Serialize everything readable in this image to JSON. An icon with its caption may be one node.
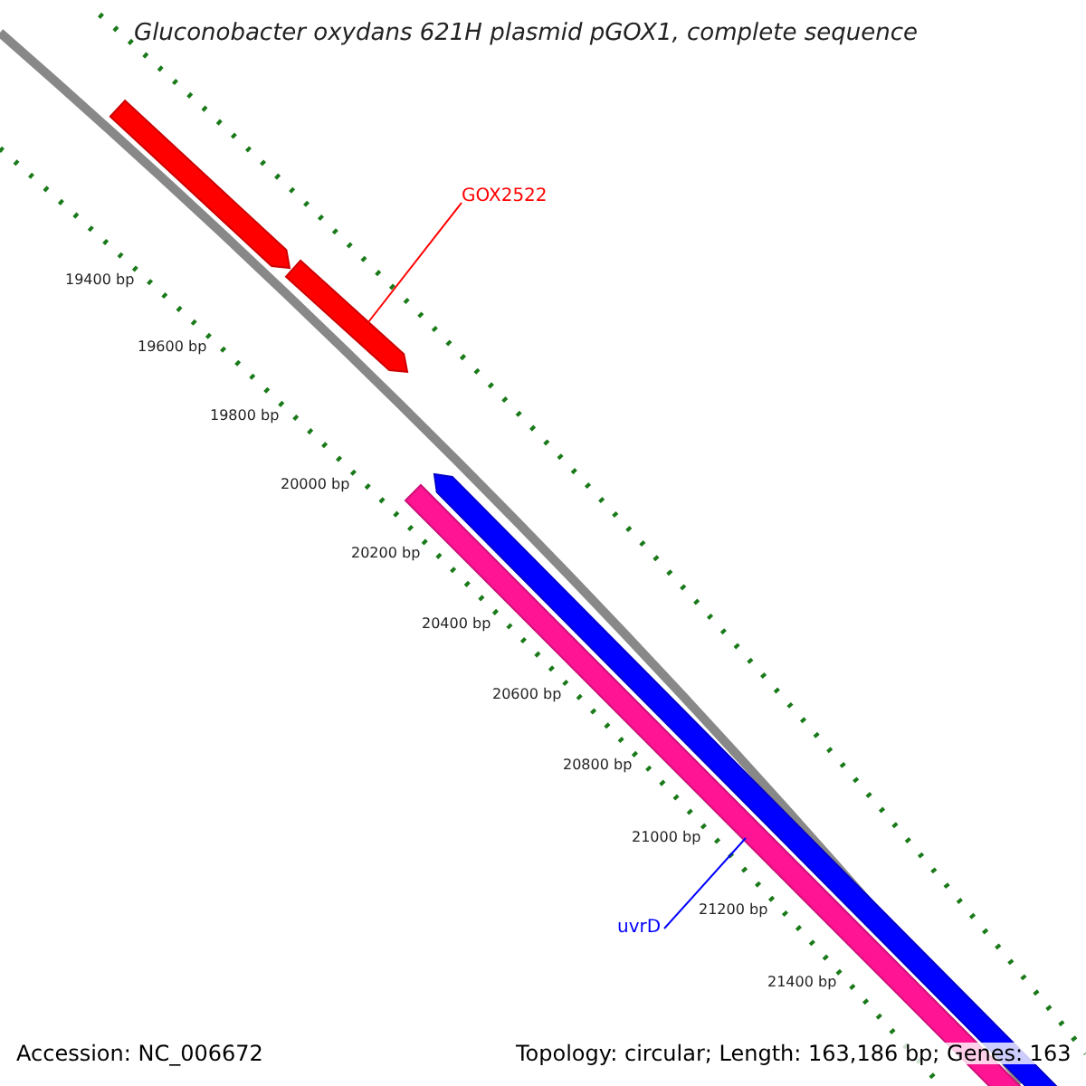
{
  "diagram": {
    "title": "Gluconobacter oxydans 621H plasmid pGOX1, complete sequence",
    "nodes": [
      {
        "text": [
          "GOX2522"
        ]
      },
      {
        "text": [],
        "shape": "bar"
      },
      {
        "text": [
          "uvrD"
        ]
      },
      {
        "text": [],
        "shape": "bar"
      }
    ],
    "edges": [
      {
        "from": 0,
        "to": 1,
        "arrow": "none",
        "color": "#ff0000"
      },
      {
        "from": 2,
        "to": 3,
        "arrow": "none",
        "color": "#0000ff"
      }
    ],
    "labels": [
      "19400 bp",
      "19600 bp",
      "19800 bp",
      "20000 bp",
      "20200 bp",
      "20400 bp",
      "20600 bp",
      "20800 bp",
      "21000 bp",
      "21200 bp",
      "21400 bp",
      "Accession: NC_006672",
      "Topology: circular; Length: 163,186 bp; Genes: 163"
    ]
  }
}
